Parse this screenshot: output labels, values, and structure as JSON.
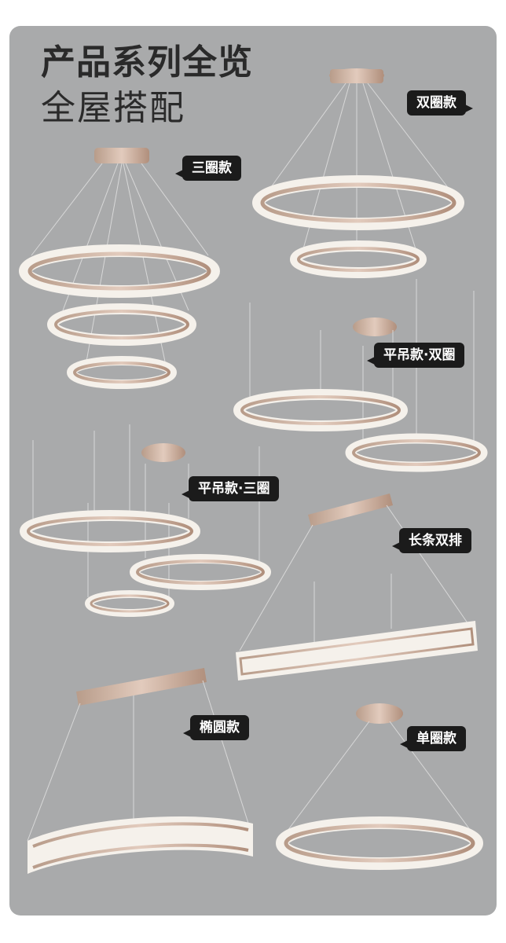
{
  "heading": {
    "line1": "产品系列全览",
    "line2": "全屋搭配"
  },
  "tags": {
    "double_ring": "双圈款",
    "triple_ring": "三圈款",
    "flat_double": "平吊款·双圈",
    "flat_triple": "平吊款·三圈",
    "long_double": "长条双排",
    "oval": "椭圆款",
    "single_ring": "单圈款"
  },
  "colors": {
    "background": "#a9aaab",
    "tag_bg": "#1b1b1b",
    "tag_text": "#ffffff",
    "metal": "#c8a893",
    "acrylic": "#f4efe8"
  }
}
